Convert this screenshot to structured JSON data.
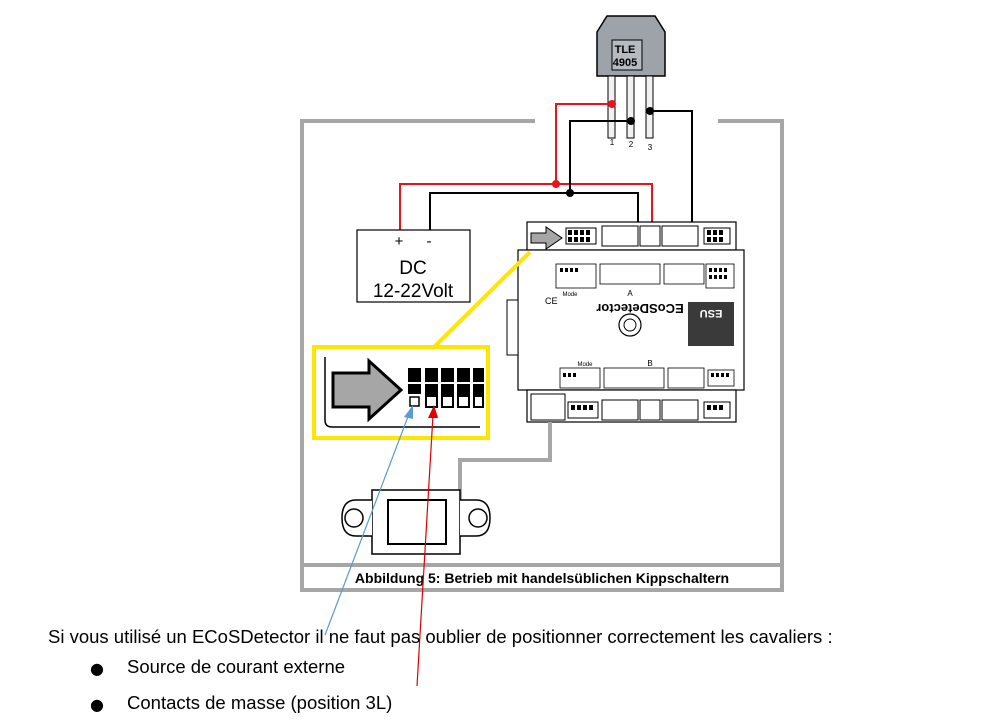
{
  "sensor": {
    "line1": "TLE",
    "line2": "4905",
    "pins": [
      "1",
      "2",
      "3"
    ]
  },
  "power_supply": {
    "plus": "+",
    "minus": "-",
    "label1": "DC",
    "label2": "12-22Volt"
  },
  "detector": {
    "name": "ECoSDetector",
    "brand": "ESU",
    "section_a": "A",
    "section_b": "B",
    "mode_label": "Mode"
  },
  "caption": "Abbildung 5: Betrieb mit handelsüblichen Kippschaltern",
  "note": {
    "intro": "Si vous utilisé un ECoSDetector il ne faut pas oublier de positionner correctement les cavaliers :",
    "items": [
      "Source de courant externe",
      "Contacts de masse (position 3L)"
    ]
  },
  "colors": {
    "frame": "#a6a6a6",
    "wire_red": "#e8141b",
    "wire_black": "#000000",
    "highlight": "#ffe600",
    "arrow_blue": "#5b9bd5",
    "arrow_red": "#e00000"
  }
}
